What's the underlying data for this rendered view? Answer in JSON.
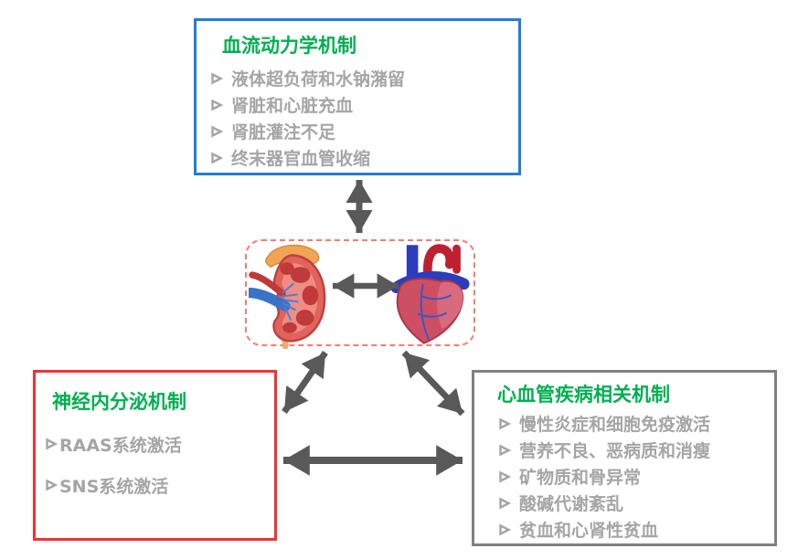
{
  "diagram": {
    "colors": {
      "title_green": "#00B050",
      "item_gray": "#A5A5A5",
      "arrow_gray": "#595959",
      "hemodynamic_border": "#1E7FD6",
      "neuroendocrine_border": "#F23232",
      "cardiovascular_border": "#808080",
      "center_dashed_border": "#F97B70"
    },
    "bullet_icon": "arrowhead-right-bullet",
    "boxes": {
      "hemodynamic": {
        "title": "血流动力学机制",
        "items": [
          "液体超负荷和水钠潴留",
          "肾脏和心脏充血",
          "肾脏灌注不足",
          "终末器官血管收缩"
        ]
      },
      "neuroendocrine": {
        "title": "神经内分泌机制",
        "items": [
          "RAAS系统激活",
          "SNS系统激活"
        ]
      },
      "cardiovascular": {
        "title": "心血管疾病相关机制",
        "items": [
          "慢性炎症和细胞免疫激活",
          "营养不良、恶病质和消瘦",
          "矿物质和骨异常",
          "酸碱代谢紊乱",
          "贫血和心肾性贫血"
        ]
      }
    },
    "center": {
      "kidney_icon": "kidney-illustration",
      "heart_icon": "heart-illustration"
    },
    "arrows": {
      "top_to_center": "bidirectional",
      "center_to_neuroendocrine": "bidirectional",
      "center_to_cardiovascular": "bidirectional",
      "neuroendocrine_to_cardiovascular": "bidirectional",
      "kidney_to_heart": "bidirectional"
    }
  }
}
